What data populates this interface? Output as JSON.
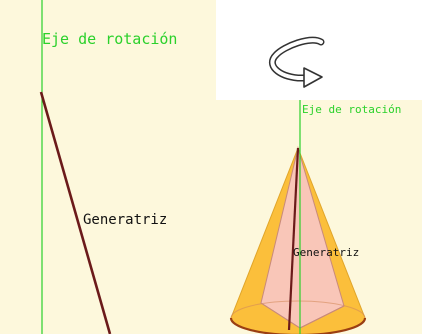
{
  "left": {
    "axis_label": "Eje de rotación",
    "generatrix_label": "Generatriz"
  },
  "right": {
    "axis_label": "Eje de rotación",
    "generatrix_label": "Generatriz"
  },
  "rotation_icon": "rotate-arrow-icon",
  "colors": {
    "background": "#fdf8dc",
    "axis": "#2bd12b",
    "generatrix": "#6b1a1a",
    "cone_outer": "#fbbf3b",
    "cone_inner": "#f9c6b8",
    "cone_edge": "#9a3e12"
  }
}
